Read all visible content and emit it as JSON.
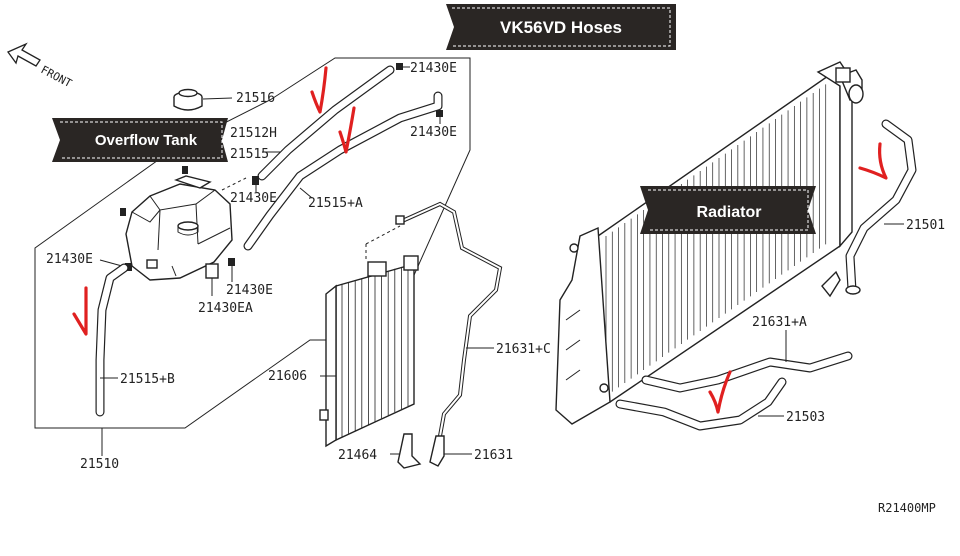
{
  "banners": {
    "title": "VK56VD Hoses",
    "overflow_tank": "Overflow Tank",
    "radiator": "Radiator"
  },
  "front_label": "FRONT",
  "diagram_code": "R21400MP",
  "parts": {
    "cap": "21516",
    "hose_21430E_top": "21430E",
    "hose_21430E_right": "21430E",
    "hose_21512H": "21512H",
    "hose_21515": "21515",
    "clip_21430E_mid": "21430E",
    "hose_21515A": "21515+A",
    "clip_21430E_left": "21430E",
    "clip_21430E_bottom": "21430E",
    "bracket_21430EA": "21430EA",
    "hose_21515B": "21515+B",
    "tank_21510": "21510",
    "cooler_21606": "21606",
    "tube_21631C": "21631+C",
    "fitting_21464": "21464",
    "fitting_21631": "21631",
    "upper_hose_21501": "21501",
    "tube_21631A": "21631+A",
    "lower_hose_21503": "21503"
  }
}
